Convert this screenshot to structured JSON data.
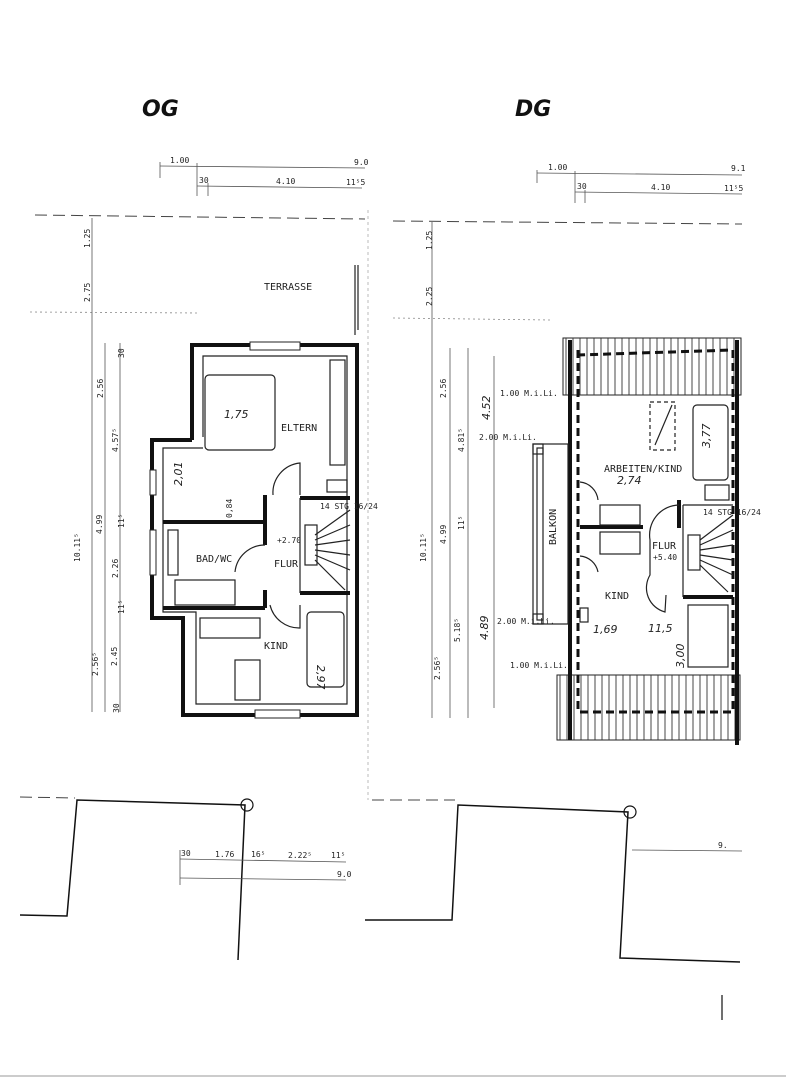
{
  "og": {
    "title": "OG",
    "top_dims": {
      "overall_a": "1.00",
      "overall_b": "9.0",
      "sub_a": "30",
      "sub_b": "4.10",
      "sub_c": "11⁵5"
    },
    "left_dims": [
      "1.25",
      "2.75",
      "2.56",
      "4.57⁵",
      "30",
      "10.11⁵",
      "4.99",
      "11⁵",
      "2.26",
      "11⁵",
      "2.56⁵",
      "2.45",
      "30"
    ],
    "bottom_dims": {
      "a": "30",
      "b": "1.76",
      "c": "16⁵",
      "d": "2.22⁵",
      "e": "11⁵",
      "total": "9.0"
    },
    "rooms": {
      "terrace": "TERRASSE",
      "eltern": "ELTERN",
      "bad": "BAD/WC",
      "flur": "FLUR",
      "kind": "KIND"
    },
    "room_dims": {
      "eltern_width": "1,75",
      "eltern_depth": "2,01",
      "niche": "0,84",
      "kind": "2,97"
    },
    "level": "+2.70",
    "stairs": "14 STG 16/24"
  },
  "dg": {
    "title": "DG",
    "top_dims": {
      "overall_a": "1.00",
      "overall_b": "9.1",
      "sub_a": "30",
      "sub_b": "4.10",
      "sub_c": "11⁵5"
    },
    "left_dims": [
      "1.25",
      "2.25",
      "2.56",
      "4.81⁵",
      "4.52",
      "4.99",
      "11⁵",
      "10.11⁵",
      "5.18⁵",
      "4.89",
      "2.56⁵"
    ],
    "clear_heights": [
      "1.00 M.i.Li.",
      "2.00 M.i.Li.",
      "2.00 M.i.Li.",
      "1.00 M.i.Li."
    ],
    "rooms": {
      "arbeiten": "ARBEITEN/KIND",
      "balkon": "BALKON",
      "flur": "FLUR",
      "kind": "KIND"
    },
    "room_dims": {
      "arbeiten_width": "2,74",
      "arbeiten_depth": "3,77",
      "kind_width": "1,69",
      "wall": "11,5",
      "kind_depth": "3,00"
    },
    "level": "+5.40",
    "stairs": "14 STG 16/24",
    "bottom_total": "9."
  }
}
